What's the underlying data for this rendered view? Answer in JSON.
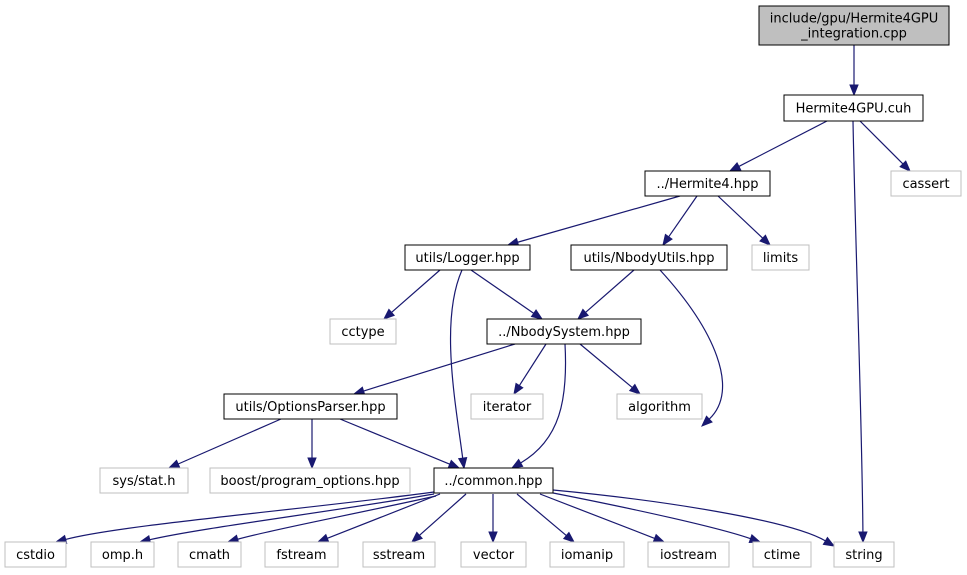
{
  "diagram": {
    "colors": {
      "edge": "#191970",
      "root_fill": "#bfbfbf",
      "node_border": "#000000",
      "system_border": "#bfbfbf"
    },
    "nodes": [
      {
        "id": "root",
        "kind": "root",
        "lines": [
          "include/gpu/Hermite4GPU",
          "_integration.cpp"
        ]
      },
      {
        "id": "h4gpu",
        "kind": "local",
        "lines": [
          "Hermite4GPU.cuh"
        ]
      },
      {
        "id": "cassert",
        "kind": "system",
        "lines": [
          "cassert"
        ]
      },
      {
        "id": "hermite4",
        "kind": "local",
        "lines": [
          "../Hermite4.hpp"
        ]
      },
      {
        "id": "logger",
        "kind": "local",
        "lines": [
          "utils/Logger.hpp"
        ]
      },
      {
        "id": "nbodyutils",
        "kind": "local",
        "lines": [
          "utils/NbodyUtils.hpp"
        ]
      },
      {
        "id": "limits",
        "kind": "system",
        "lines": [
          "limits"
        ]
      },
      {
        "id": "cctype",
        "kind": "system",
        "lines": [
          "cctype"
        ]
      },
      {
        "id": "nbodysystem",
        "kind": "local",
        "lines": [
          "../NbodySystem.hpp"
        ]
      },
      {
        "id": "optparser",
        "kind": "local",
        "lines": [
          "utils/OptionsParser.hpp"
        ]
      },
      {
        "id": "iterator",
        "kind": "system",
        "lines": [
          "iterator"
        ]
      },
      {
        "id": "algorithm",
        "kind": "system",
        "lines": [
          "algorithm"
        ]
      },
      {
        "id": "sysstat",
        "kind": "system",
        "lines": [
          "sys/stat.h"
        ]
      },
      {
        "id": "boostpo",
        "kind": "system",
        "lines": [
          "boost/program_options.hpp"
        ]
      },
      {
        "id": "common",
        "kind": "local",
        "lines": [
          "../common.hpp"
        ]
      },
      {
        "id": "cstdio",
        "kind": "system",
        "lines": [
          "cstdio"
        ]
      },
      {
        "id": "omph",
        "kind": "system",
        "lines": [
          "omp.h"
        ]
      },
      {
        "id": "cmath",
        "kind": "system",
        "lines": [
          "cmath"
        ]
      },
      {
        "id": "fstream",
        "kind": "system",
        "lines": [
          "fstream"
        ]
      },
      {
        "id": "sstream",
        "kind": "system",
        "lines": [
          "sstream"
        ]
      },
      {
        "id": "vector",
        "kind": "system",
        "lines": [
          "vector"
        ]
      },
      {
        "id": "iomanip",
        "kind": "system",
        "lines": [
          "iomanip"
        ]
      },
      {
        "id": "iostream",
        "kind": "system",
        "lines": [
          "iostream"
        ]
      },
      {
        "id": "ctime",
        "kind": "system",
        "lines": [
          "ctime"
        ]
      },
      {
        "id": "string",
        "kind": "system",
        "lines": [
          "string"
        ]
      }
    ],
    "edges": [
      [
        "root",
        "h4gpu"
      ],
      [
        "h4gpu",
        "cassert"
      ],
      [
        "h4gpu",
        "hermite4"
      ],
      [
        "h4gpu",
        "string"
      ],
      [
        "hermite4",
        "logger"
      ],
      [
        "hermite4",
        "nbodyutils"
      ],
      [
        "hermite4",
        "limits"
      ],
      [
        "logger",
        "cctype"
      ],
      [
        "logger",
        "nbodysystem"
      ],
      [
        "logger",
        "common"
      ],
      [
        "nbodyutils",
        "nbodysystem"
      ],
      [
        "nbodyutils",
        "common"
      ],
      [
        "nbodysystem",
        "optparser"
      ],
      [
        "nbodysystem",
        "iterator"
      ],
      [
        "nbodysystem",
        "algorithm"
      ],
      [
        "nbodysystem",
        "common"
      ],
      [
        "optparser",
        "sysstat"
      ],
      [
        "optparser",
        "boostpo"
      ],
      [
        "optparser",
        "common"
      ],
      [
        "common",
        "cstdio"
      ],
      [
        "common",
        "omph"
      ],
      [
        "common",
        "cmath"
      ],
      [
        "common",
        "fstream"
      ],
      [
        "common",
        "sstream"
      ],
      [
        "common",
        "vector"
      ],
      [
        "common",
        "iomanip"
      ],
      [
        "common",
        "iostream"
      ],
      [
        "common",
        "ctime"
      ],
      [
        "common",
        "string"
      ]
    ]
  }
}
